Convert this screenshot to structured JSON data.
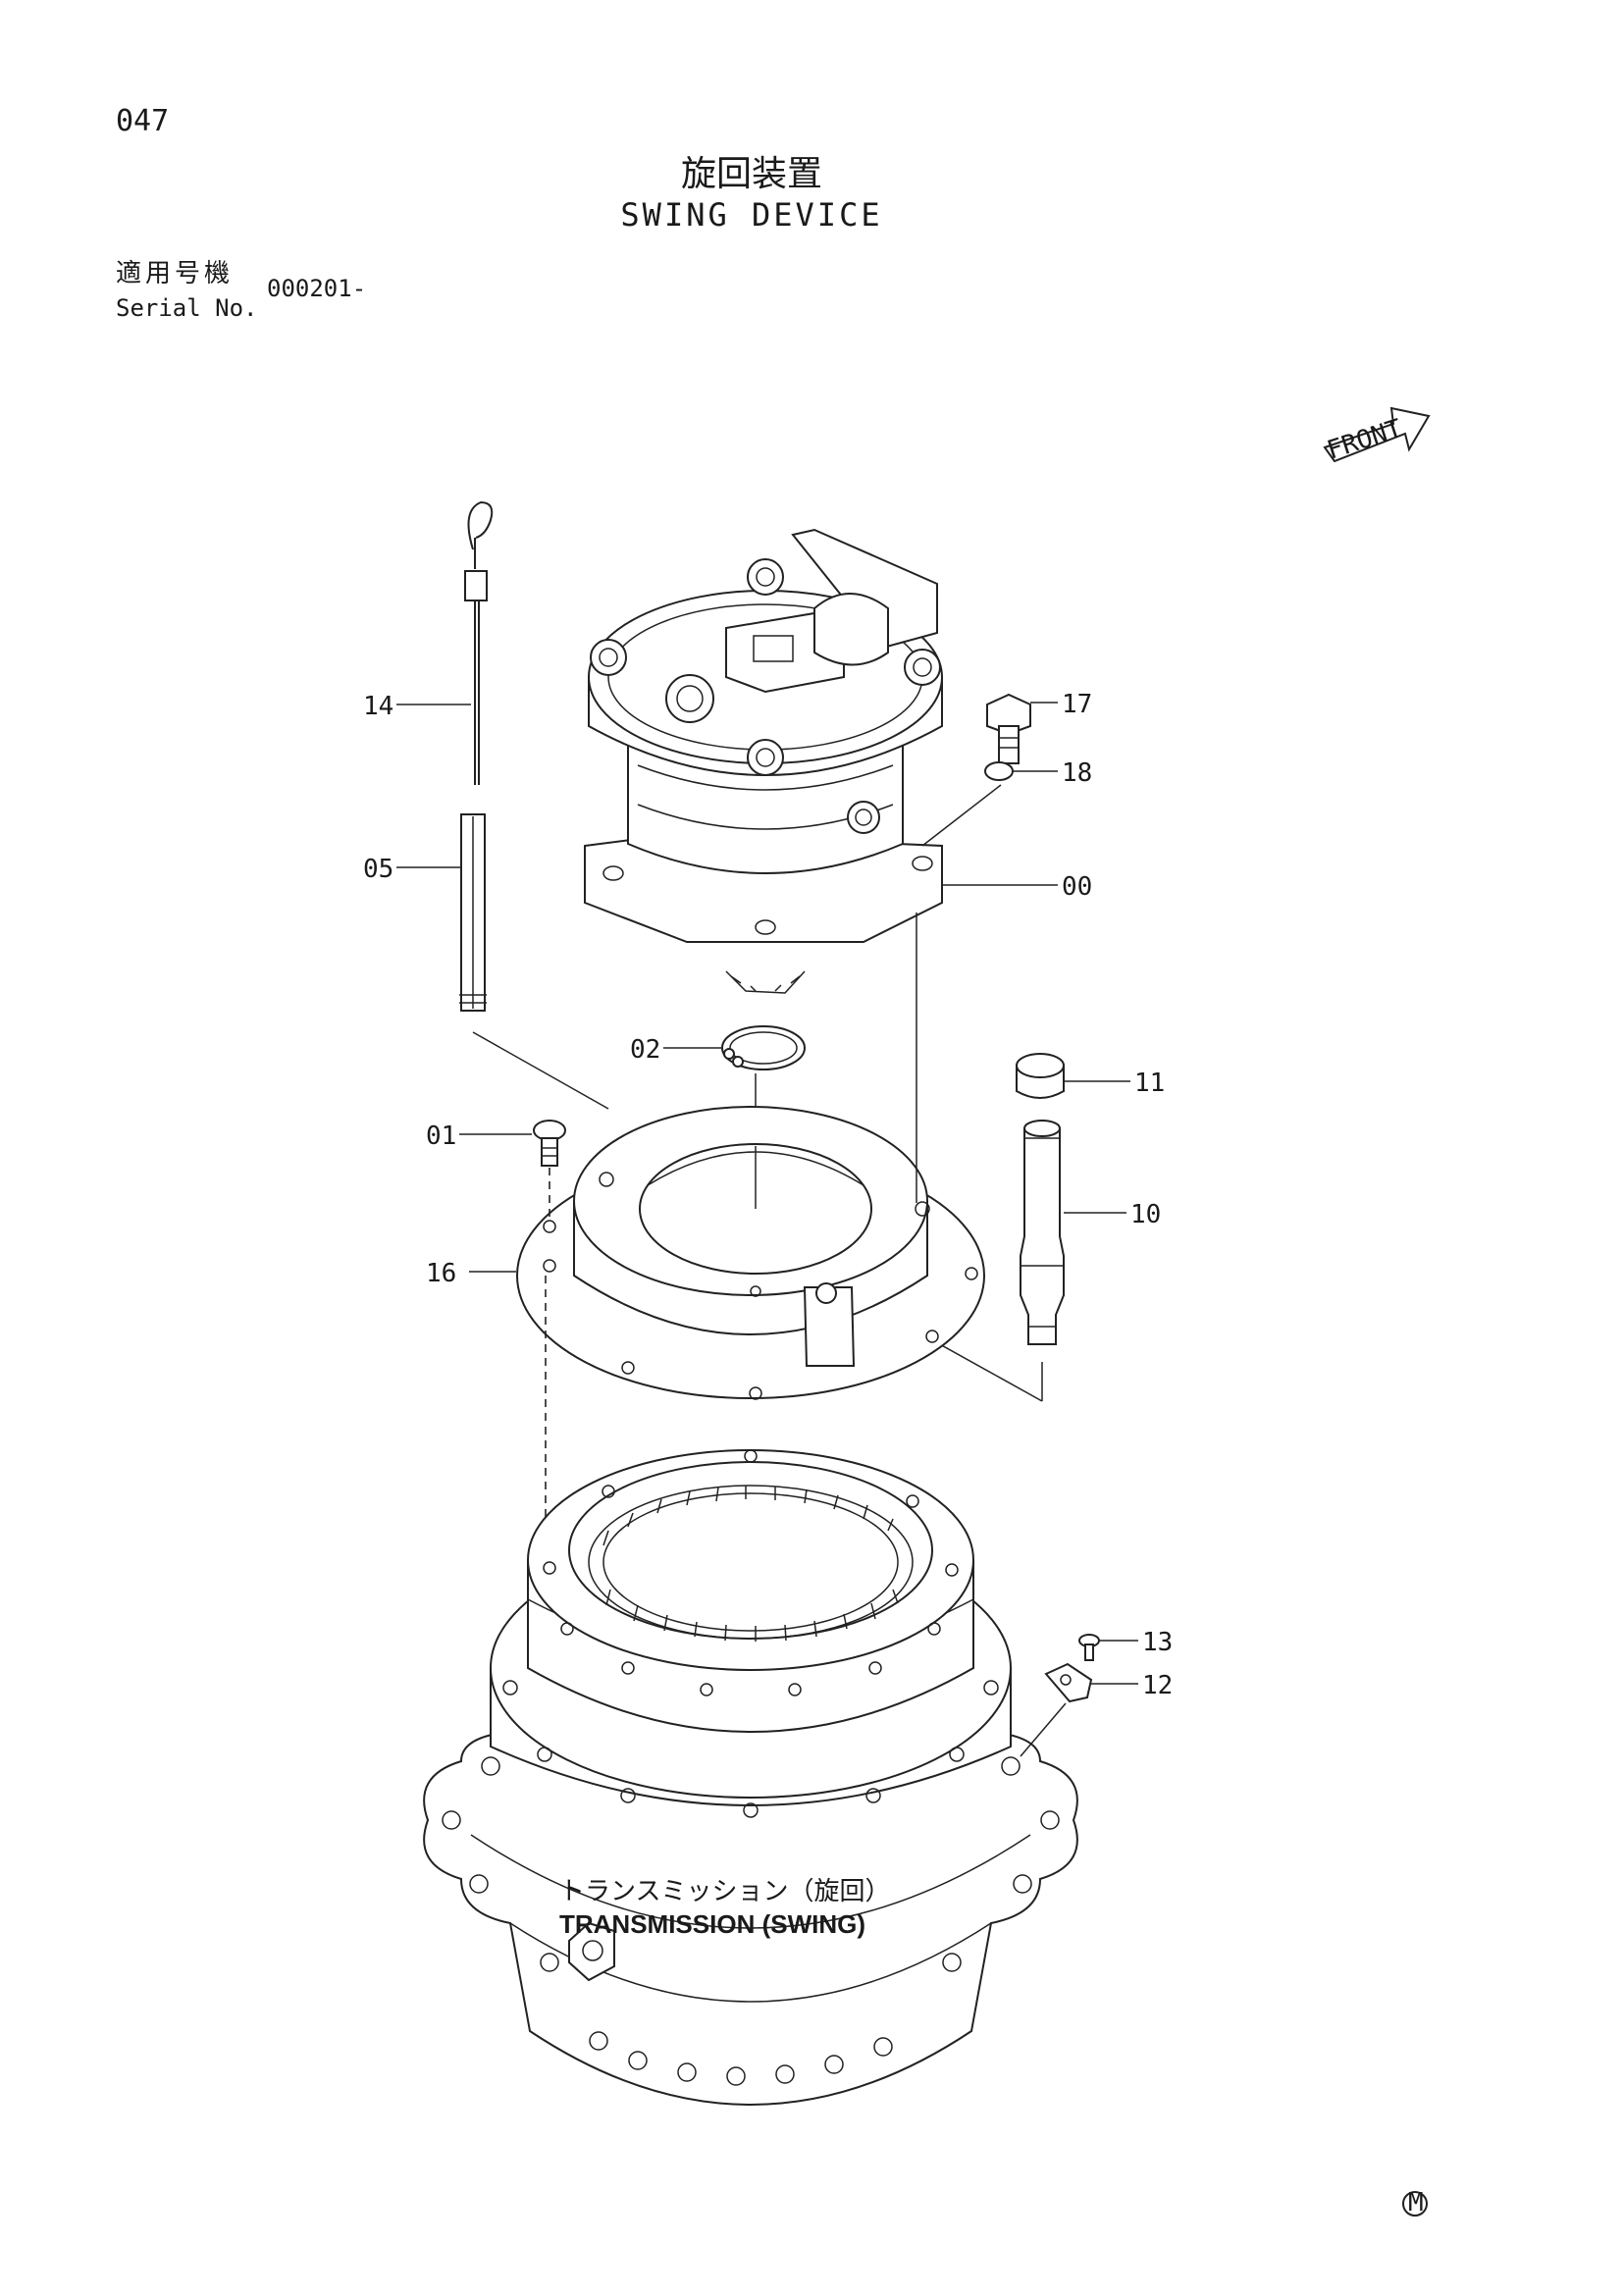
{
  "page_number": "047",
  "title_jp": "旋回装置",
  "title_en": "SWING DEVICE",
  "serial": {
    "label_jp": "適用号機",
    "label_en": "Serial No.",
    "value": "000201-"
  },
  "front_label": "FRONT",
  "callouts": {
    "p00": "00",
    "p01": "01",
    "p02": "02",
    "p05": "05",
    "p10": "10",
    "p11": "11",
    "p12": "12",
    "p13": "13",
    "p14": "14",
    "p16": "16",
    "p17": "17",
    "p18": "18"
  },
  "assembly_label_jp": "トランスミッション（旋回）",
  "assembly_label_en": "TRANSMISSION (SWING)",
  "corner_mark": "M"
}
